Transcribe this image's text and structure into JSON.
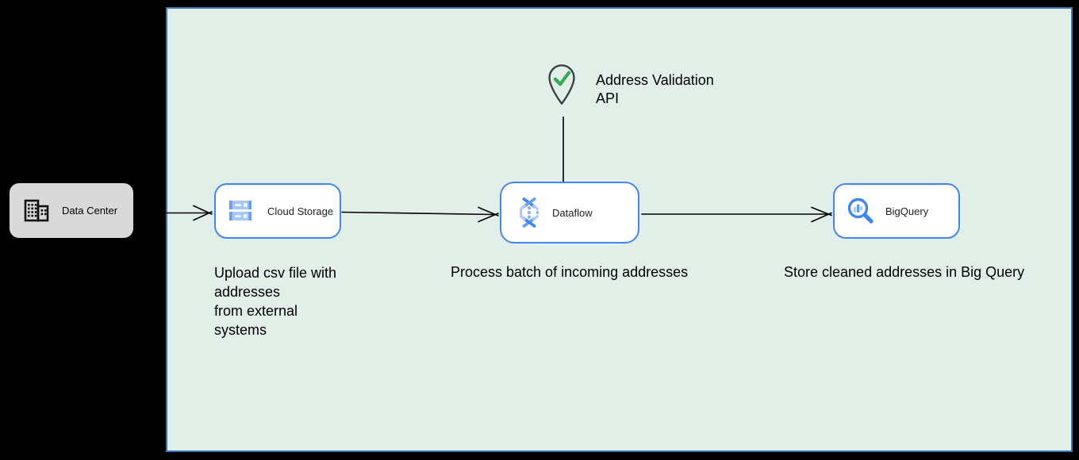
{
  "nodes": {
    "data_center": {
      "label": "Data Center",
      "icon": "building-icon"
    },
    "cloud_storage": {
      "label": "Cloud Storage",
      "icon": "cloud-storage-icon"
    },
    "dataflow": {
      "label": "Dataflow",
      "icon": "dataflow-icon"
    },
    "bigquery": {
      "label": "BigQuery",
      "icon": "bigquery-icon"
    }
  },
  "annotations": {
    "address_validation_api": {
      "label": "Address Validation\nAPI",
      "icon": "map-pin-check-icon"
    },
    "upload_caption": "Upload csv file with\naddresses\nfrom external\nsystems",
    "process_caption": "Process batch of incoming addresses",
    "store_caption": "Store cleaned addresses in Big Query"
  },
  "colors": {
    "page_background": "#000000",
    "container_background": "#e2efe8",
    "container_border": "#3b78b8",
    "node_border": "#4285f4",
    "node_background": "#ffffff",
    "data_center_background": "#d9d9d9",
    "connector": "#000000",
    "check_green": "#34a853",
    "pin_outline": "#3c4043",
    "text": "#000000",
    "node_label_text": "#202124",
    "icon_blue_dark": "#4285f4",
    "icon_blue_mid": "#669df6",
    "icon_blue_light": "#aecbfa"
  }
}
